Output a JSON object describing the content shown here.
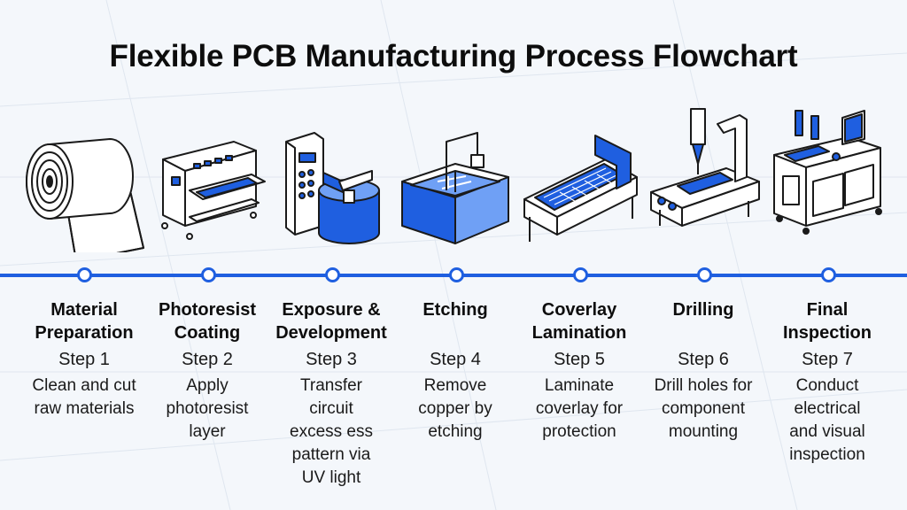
{
  "title": "Flexible PCB Manufacturing Process Flowchart",
  "colors": {
    "accent": "#1f5fe0",
    "accent_light": "#6fa0f5",
    "line": "#1a1a1a",
    "background": "#f4f7fb"
  },
  "steps": [
    {
      "name": [
        "Material",
        "Preparation"
      ],
      "number": "Step 1",
      "description": [
        "Clean and cut",
        "raw materials"
      ],
      "icon": "material-roll-icon"
    },
    {
      "name": [
        "Photoresist",
        "Coating"
      ],
      "number": "Step 2",
      "description": [
        "Apply",
        "photoresist",
        "layer"
      ],
      "icon": "coating-machine-icon"
    },
    {
      "name": [
        "Exposure &",
        "Development"
      ],
      "number": "Step 3",
      "description": [
        "Transfer",
        "circuit",
        "excess ess",
        "pattern via",
        "UV light"
      ],
      "icon": "exposure-tank-icon"
    },
    {
      "name": [
        "Etching"
      ],
      "number": "Step 4",
      "description": [
        "Remove",
        "copper by",
        "etching"
      ],
      "icon": "etching-tank-icon"
    },
    {
      "name": [
        "Coverlay",
        "Lamination"
      ],
      "number": "Step 5",
      "description": [
        "Laminate",
        "coverlay for",
        "protection"
      ],
      "icon": "lamination-press-icon"
    },
    {
      "name": [
        "Drilling"
      ],
      "number": "Step 6",
      "description": [
        "Drill holes for",
        "component",
        "mounting"
      ],
      "icon": "drilling-machine-icon"
    },
    {
      "name": [
        "Final",
        "Inspection"
      ],
      "number": "Step 7",
      "description": [
        "Conduct",
        "electrical",
        "and visual",
        "inspection"
      ],
      "icon": "inspection-station-icon"
    }
  ]
}
